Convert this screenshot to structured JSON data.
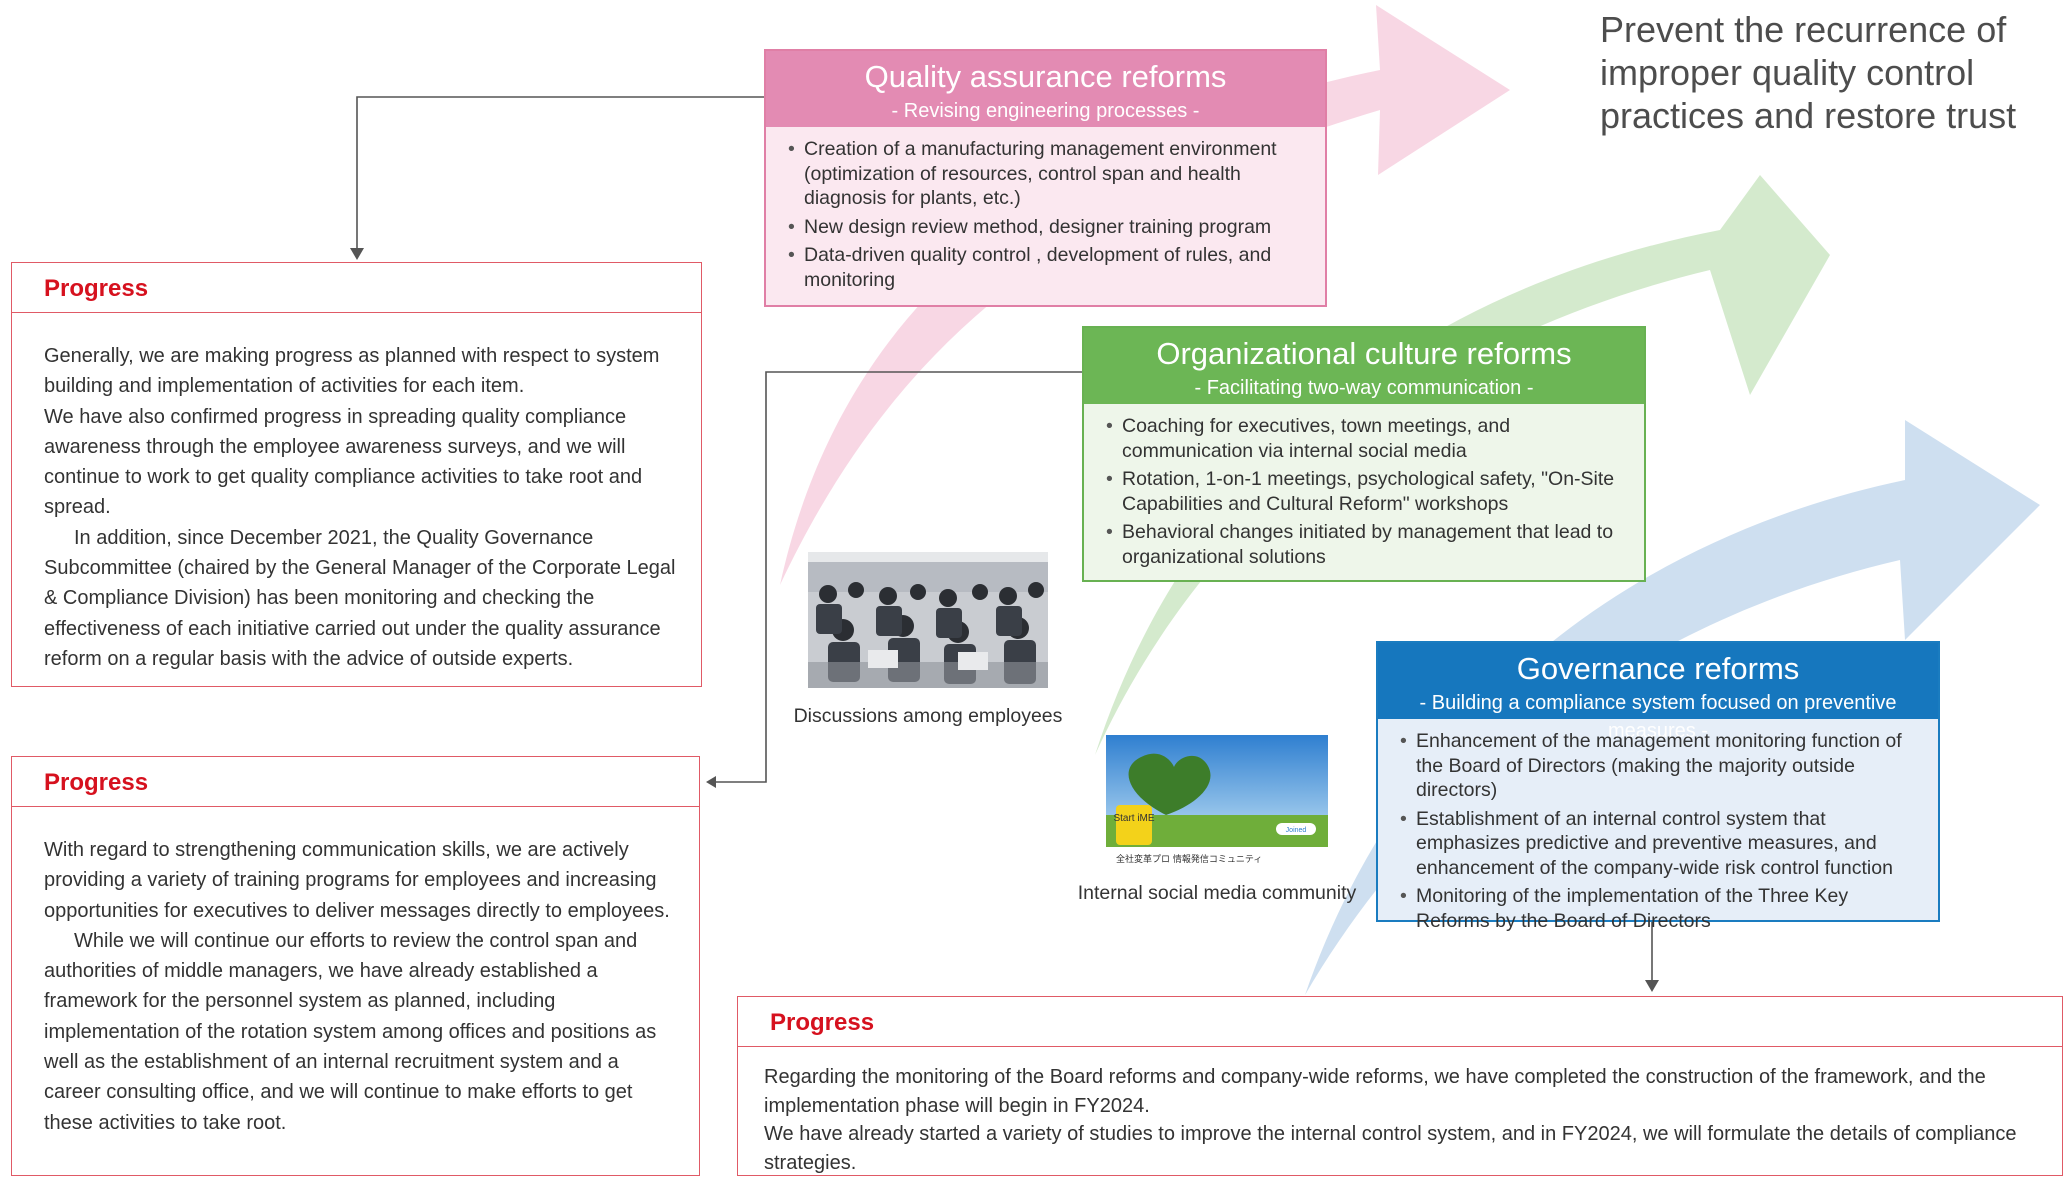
{
  "headline": "Prevent the recurrence of improper quality control practices and restore trust",
  "reforms": {
    "quality": {
      "title": "Quality assurance reforms",
      "subtitle": "- Revising engineering processes -",
      "items": [
        "Creation of a manufacturing management environment (optimization of resources, control span and health diagnosis for plants, etc.)",
        "New design review method, designer training program",
        "Data-driven quality control , development of rules, and monitoring"
      ]
    },
    "culture": {
      "title": "Organizational culture reforms",
      "subtitle": "- Facilitating two-way communication -",
      "items": [
        "Coaching for executives, town meetings, and communication via internal social media",
        "Rotation, 1-on-1 meetings, psychological safety, \"On-Site Capabilities and Cultural Reform\" workshops",
        "Behavioral changes initiated by management that lead to organizational solutions"
      ]
    },
    "governance": {
      "title": "Governance reforms",
      "subtitle": "- Building a compliance system focused on preventive measures -",
      "items": [
        "Enhancement of the management monitoring function of the Board of Directors (making the majority outside directors)",
        "Establishment of an internal control system that emphasizes predictive and preventive measures, and enhancement of the company-wide risk control function",
        "Monitoring of the implementation of the Three Key Reforms by the Board of Directors"
      ]
    }
  },
  "progress": [
    {
      "title": "Progress",
      "paragraphs": [
        "Generally, we are making progress as planned with respect to system building and implementation of activities for each item.",
        "We have also confirmed progress in spreading quality compliance awareness through the employee awareness surveys, and we will continue to work to get quality compliance activities to take root and spread.",
        "In addition, since December 2021, the Quality Governance Subcommittee (chaired by the General Manager of the Corporate Legal & Compliance Division) has been monitoring and checking the effectiveness of each initiative carried out under the quality assurance reform on a regular basis with the advice of outside experts."
      ]
    },
    {
      "title": "Progress",
      "paragraphs": [
        "With regard to strengthening communication skills, we are actively providing a variety of training programs for employees and increasing opportunities for executives to deliver messages directly to employees.",
        "While we will continue our efforts to review the control span and authorities of middle managers, we have already established a framework for the personnel system as planned, including implementation of the rotation system among offices and positions as well as the establishment of an internal recruitment system and a career consulting office, and we will continue to make efforts to get these activities to take root."
      ]
    },
    {
      "title": "Progress",
      "paragraphs": [
        "Regarding the monitoring of the Board reforms and company-wide reforms, we have completed the construction of the framework, and the implementation phase will begin in FY2024.",
        "We have already started a variety of studies to improve the internal control system, and in FY2024, we will formulate the details of compliance strategies."
      ]
    }
  ],
  "photos": {
    "discussion_caption": "Discussions among employees",
    "social_caption": "Internal social media community",
    "social_badge": "Start iME",
    "social_banner": "全社変革プロ 情報発信コミュニティ",
    "social_joined": "Joined"
  },
  "colors": {
    "quality": "#e38bb3",
    "culture": "#6cb655",
    "governance": "#1677be",
    "progress_title": "#d6111e",
    "progress_border": "#e05a66"
  }
}
